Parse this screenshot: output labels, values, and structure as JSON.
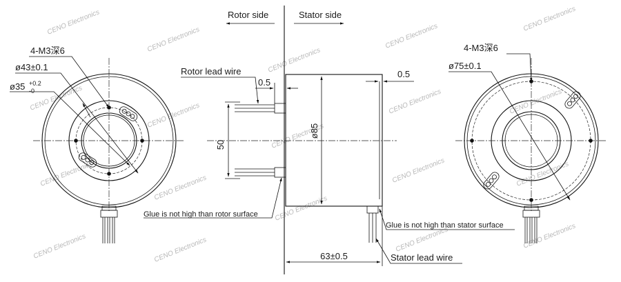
{
  "labels": {
    "rotor_side": "Rotor side",
    "stator_side": "Stator side",
    "rotor_lead_wire": "Rotor lead wire",
    "stator_lead_wire": "Stator lead wire",
    "glue_rotor": "Glue is not high than rotor surface",
    "glue_stator": "Glue is not high than stator surface"
  },
  "left_view": {
    "screw": "4-M3深6",
    "dia_43": "ø43±0.1",
    "dia_35_main": "ø35",
    "dia_35_upper": "+0.2",
    "dia_35_lower": "-0"
  },
  "right_view": {
    "screw": "4-M3深6",
    "dia_75": "ø75±0.1"
  },
  "side_view": {
    "dim_rotor_gap": "0.5",
    "dim_stator_gap": "0.5",
    "dim_height": "50",
    "dim_diameter": "ø85",
    "dim_length": "63±0.5"
  },
  "watermark": "CENO Electronics"
}
